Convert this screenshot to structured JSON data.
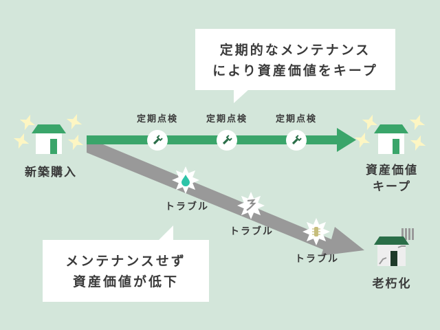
{
  "colors": {
    "background": "#d3e6da",
    "green": "#3aa56a",
    "dark_green": "#2a6e48",
    "gray_arrow": "#999999",
    "sparkle": "#fdf6c3",
    "water_drop": "#2ec4a8",
    "termite": "#c6bd7c",
    "text": "#3a3a3a"
  },
  "top_bubble": {
    "lines": [
      "定期的なメンテナンス",
      "により資産価値をキープ"
    ]
  },
  "bottom_bubble": {
    "lines": [
      "メンテナンスせず",
      "資産価値が低下"
    ]
  },
  "start": {
    "label": "新築購入",
    "icon": "new-house-icon"
  },
  "maintained_end": {
    "label_lines": [
      "資産価値",
      "キープ"
    ],
    "icon": "house-icon"
  },
  "degraded_end": {
    "label": "老朽化",
    "icon": "old-house-icon"
  },
  "inspections": [
    {
      "label": "定期点検",
      "icon": "wrench-icon"
    },
    {
      "label": "定期点検",
      "icon": "wrench-icon"
    },
    {
      "label": "定期点検",
      "icon": "wrench-icon"
    }
  ],
  "troubles": [
    {
      "label": "トラブル",
      "icon": "water-leak-icon"
    },
    {
      "label": "トラブル",
      "icon": "crack-icon"
    },
    {
      "label": "トラブル",
      "icon": "termite-icon"
    }
  ]
}
